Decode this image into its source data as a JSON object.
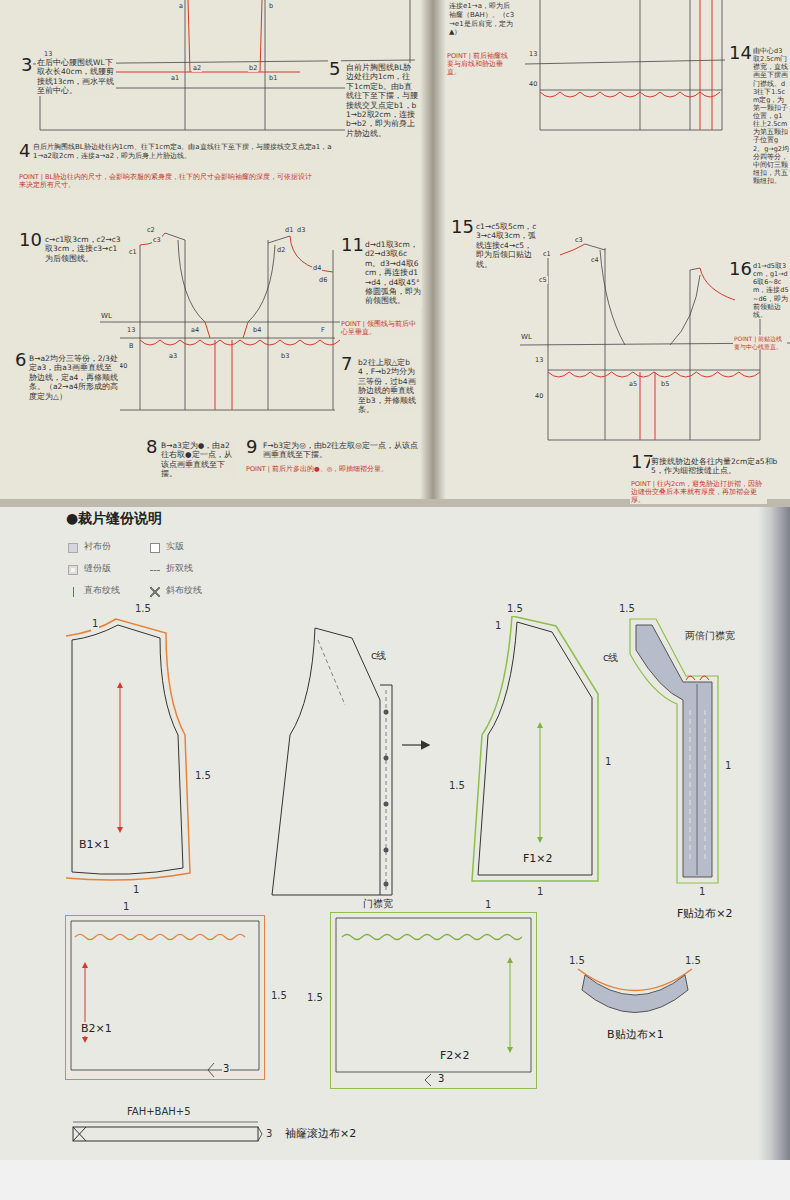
{
  "diagram": {
    "title": "●裁片缝份说明",
    "nodes": [
      {
        "text": [
          "B2×1",
          "3"
        ]
      },
      {
        "text": [
          "F2×2",
          "3"
        ]
      }
    ],
    "labels": [
      "WL",
      "13",
      "40",
      "a",
      "b",
      "a1",
      "a2",
      "b2",
      "b1",
      "3",
      "在后中心腰围线WL下取衣长40cm，线腰剪接线13cm，画水平线至前中心。",
      "4",
      "自后片胸围线BL胁边处往内1cm、往下1cm定a。由a直线往下至下摆，与腰接线交叉点定a1，a1→a2取2cm，连接a→a2，即为后身上片胁边线。",
      "POINT | BL胁边往内的尺寸，会影响衣服的紧身度，往下的尺寸会影响袖窿的深度，可依据设计来决定所有尺寸。",
      "5",
      "自前片胸围线BL胁边处往内1cm，往下1cm定b。由b直线往下至下摆，与腰接线交叉点定b1，b1→b2取2cm，连接b→b2，即为前身上片胁边线。",
      "10",
      "c→c1取3cm，c2→c3取3cm，连接c3→c1为后领围线。",
      "c2",
      "c3",
      "c1",
      "d1",
      "d3",
      "d2",
      "d4",
      "d6",
      "WL",
      "13",
      "40",
      "a3",
      "a4",
      "B",
      "b4",
      "b3",
      "F",
      "11",
      "d→d1取3cm，d2→d3取6cm。d3→d4取6cm，再连接d1→d4，d4取45°修圆弧角，即为前领围线。",
      "POINT | 领围线与前后中心呈垂直。",
      "6",
      "B→a2均分三等份，2/3处定a3，由a3画垂直线至胁边线，定a4，再修顺线条。（a2→a4所形成的高度定为△）",
      "7",
      "b2往上取△定b4，F→b2均分为三等份，过b4画胁边线的垂直线至b3，并修顺线条。",
      "8",
      "B→a3定为●，由a2往右取●定一点，从该点画垂直线至下摆。",
      "9",
      "F→b3定为◎，由b2往左取◎定一点，从该点画垂直线至下摆。",
      "POINT | 前后片多出的●、◎，即抽细褶分量。",
      "连接e1→a，即为后袖窿（BAH）。（c3→e1是后肩宽，定为▲）",
      "POINT | 前后袖窿线要与肩线和胁边垂直。",
      "13",
      "40",
      "14",
      "由中心d3取2.5cm门襟宽，直线画至下摆画门襟线。d3往下1.5cm定g，为第一颗扣子位置，g1往上2.5cm为第五颗扣子位置g2。g→g2均分四等分，中间钉三颗纽扣，共五颗纽扣。",
      "15",
      "c1→c5取5cm，c3→c4取3cm，弧线连接c4→c5，即为后领口贴边线。",
      "c3",
      "c1",
      "c4",
      "c5",
      "WL",
      "13",
      "40",
      "a5",
      "b5",
      "16",
      "d1→d5取3cm，g1→d6取6~8cm，连接d5~d6，即为前领贴边线。",
      "POINT | 前贴边线要与中心线垂直。",
      "17",
      "剪接线胁边处各往内量2cm定a5和b5，作为细褶接缝止点。",
      "POINT | 往内2cm，避免胁边打折褶，因胁边缝份交叠后本来就有厚度，再加褶会更厚。",
      "1.5",
      "1",
      "1.5",
      "B1×1",
      "1",
      "c线",
      "门襟宽",
      "1.5",
      "1",
      "c线",
      "1",
      "1.5",
      "F1×2",
      "1",
      "1.5",
      "两倍门襟宽",
      "1",
      "1",
      "F贴边布×2",
      "1",
      "1.5",
      "1",
      "1.5",
      "1.5",
      "1.5",
      "B贴边布×1",
      "FAH+BAH+5",
      "3",
      "袖窿滚边布×2"
    ],
    "legend": [
      {
        "text": "衬布份",
        "color": "#d3d6de"
      },
      {
        "text": "实版"
      },
      {
        "text": "缝份版"
      },
      {
        "text": "折双线"
      },
      {
        "text": "直布纹线"
      },
      {
        "text": "斜布纹线"
      }
    ]
  }
}
